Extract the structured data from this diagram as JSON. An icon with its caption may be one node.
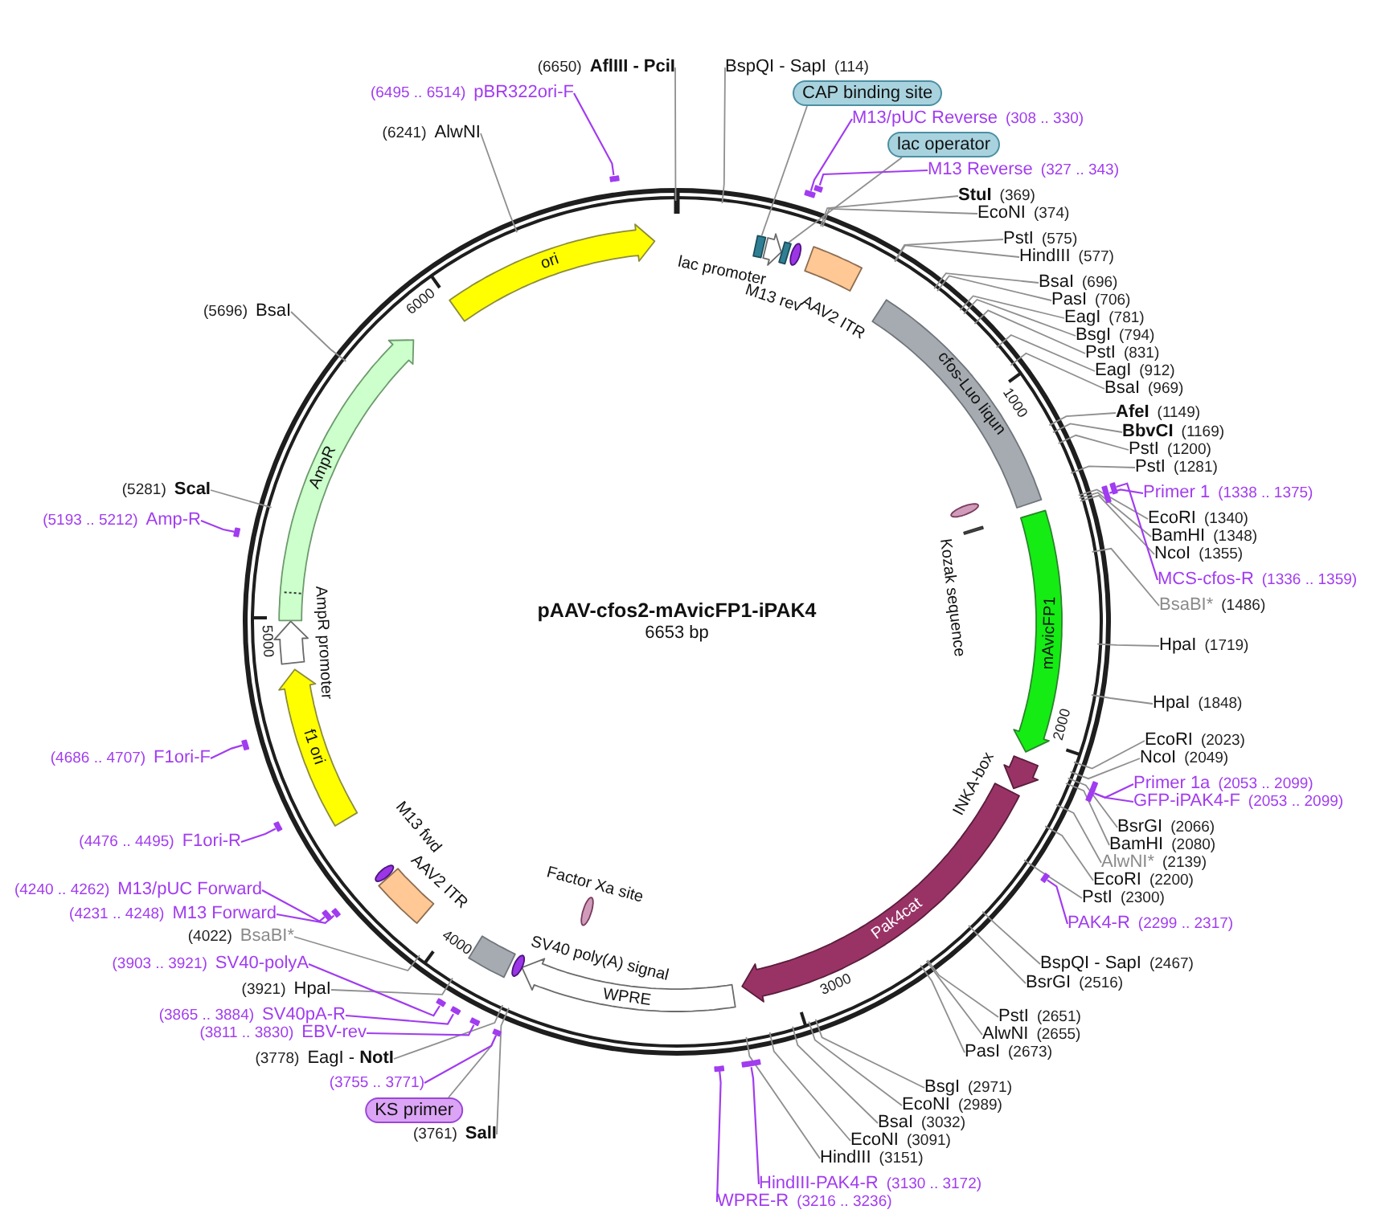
{
  "diagram": {
    "title": "pAAV-cfos2-mAvicFP1-iPAK4",
    "nodes": [
      {
        "text": [
          "BspQI - SapI",
          "(114)"
        ]
      },
      {
        "text": [
          "CAP binding site"
        ]
      },
      {
        "text": [
          "M13/pUC Reverse",
          "(308 .. 330)"
        ]
      },
      {
        "text": [
          "lac operator"
        ]
      },
      {
        "text": [
          "M13 Reverse",
          "(327 .. 343)"
        ]
      },
      {
        "text": [
          "StuI",
          "(369)"
        ]
      },
      {
        "text": [
          "EcoNI",
          "(374)"
        ]
      },
      {
        "text": [
          "PstI",
          "(575)"
        ]
      },
      {
        "text": [
          "HindIII",
          "(577)"
        ]
      },
      {
        "text": [
          "BsaI",
          "(696)"
        ]
      },
      {
        "text": [
          "PasI",
          "(706)"
        ]
      },
      {
        "text": [
          "EagI",
          "(781)"
        ]
      },
      {
        "text": [
          "BsgI",
          "(794)"
        ]
      },
      {
        "text": [
          "PstI",
          "(831)"
        ]
      },
      {
        "text": [
          "EagI",
          "(912)"
        ]
      },
      {
        "text": [
          "BsaI",
          "(969)"
        ]
      },
      {
        "text": [
          "AfeI",
          "(1149)"
        ]
      },
      {
        "text": [
          "BbvCI",
          "(1169)"
        ]
      },
      {
        "text": [
          "PstI",
          "(1200)"
        ]
      },
      {
        "text": [
          "PstI",
          "(1281)"
        ]
      },
      {
        "text": [
          "Primer 1",
          "(1338 .. 1375)"
        ]
      },
      {
        "text": [
          "EcoRI",
          "(1340)"
        ]
      },
      {
        "text": [
          "BamHI",
          "(1348)"
        ]
      },
      {
        "text": [
          "NcoI",
          "(1355)"
        ]
      },
      {
        "text": [
          "MCS-cfos-R",
          "(1336 .. 1359)"
        ]
      },
      {
        "text": [
          "BsaBI*",
          "(1486)"
        ]
      },
      {
        "text": [
          "HpaI",
          "(1719)"
        ]
      },
      {
        "text": [
          "HpaI",
          "(1848)"
        ]
      },
      {
        "text": [
          "EcoRI",
          "(2023)"
        ]
      },
      {
        "text": [
          "NcoI",
          "(2049)"
        ]
      },
      {
        "text": [
          "Primer 1a",
          "(2053 .. 2099)"
        ]
      },
      {
        "text": [
          "GFP-iPAK4-F",
          "(2053 .. 2099)"
        ]
      },
      {
        "text": [
          "BsrGI",
          "(2066)"
        ]
      },
      {
        "text": [
          "BamHI",
          "(2080)"
        ]
      },
      {
        "text": [
          "AlwNI*",
          "(2139)"
        ]
      },
      {
        "text": [
          "EcoRI",
          "(2200)"
        ]
      },
      {
        "text": [
          "PstI",
          "(2300)"
        ]
      },
      {
        "text": [
          "PAK4-R",
          "(2299 .. 2317)"
        ]
      },
      {
        "text": [
          "BspQI - SapI",
          "(2467)"
        ]
      },
      {
        "text": [
          "BsrGI",
          "(2516)"
        ]
      },
      {
        "text": [
          "PstI",
          "(2651)"
        ]
      },
      {
        "text": [
          "AlwNI",
          "(2655)"
        ]
      },
      {
        "text": [
          "PasI",
          "(2673)"
        ]
      },
      {
        "text": [
          "BsgI",
          "(2971)"
        ]
      },
      {
        "text": [
          "EcoNI",
          "(2989)"
        ]
      },
      {
        "text": [
          "BsaI",
          "(3032)"
        ]
      },
      {
        "text": [
          "EcoNI",
          "(3091)"
        ]
      },
      {
        "text": [
          "HindIII",
          "(3151)"
        ]
      },
      {
        "text": [
          "HindIII-PAK4-R",
          "(3130 .. 3172)"
        ]
      },
      {
        "text": [
          "WPRE-R",
          "(3216 .. 3236)"
        ]
      },
      {
        "text": [
          "(3761)",
          "SalI"
        ]
      },
      {
        "text": [
          "KS primer"
        ]
      },
      {
        "text": [
          "(3755 .. 3771)"
        ]
      },
      {
        "text": [
          "(3778)",
          "EagI - **NotI**"
        ]
      },
      {
        "text": [
          "(3811 .. 3830)",
          "EBV-rev"
        ]
      },
      {
        "text": [
          "(3865 .. 3884)",
          "SV40pA-R"
        ]
      },
      {
        "text": [
          "(3921)",
          "HpaI"
        ]
      },
      {
        "text": [
          "(3903 .. 3921)",
          "SV40-polyA"
        ]
      },
      {
        "text": [
          "(4022)",
          "BsaBI*"
        ]
      },
      {
        "text": [
          "(4231 .. 4248)",
          "M13 Forward"
        ]
      },
      {
        "text": [
          "(4240 .. 4262)",
          "M13/pUC Forward"
        ]
      },
      {
        "text": [
          "(4476 .. 4495)",
          "F1ori-R"
        ]
      },
      {
        "text": [
          "(4686 .. 4707)",
          "F1ori-F"
        ]
      },
      {
        "text": [
          "(5193 .. 5212)",
          "Amp-R"
        ]
      },
      {
        "text": [
          "(5281)",
          "ScaI"
        ]
      },
      {
        "text": [
          "(5696)",
          "BsaI"
        ]
      },
      {
        "text": [
          "(6241)",
          "AlwNI"
        ]
      },
      {
        "text": [
          "(6495 .. 6514)",
          "pBR322ori-F"
        ]
      },
      {
        "text": [
          "(6650)",
          "AflIII - PciI"
        ]
      },
      {
        "text": [],
        "shape": "box"
      },
      {
        "text": [
          "lac promoter"
        ]
      },
      {
        "text": [],
        "shape": "box"
      },
      {
        "text": [
          "M13 rev"
        ]
      },
      {
        "text": [
          "AAV2 ITR"
        ]
      },
      {
        "text": [
          "cfos-Luo liqun"
        ]
      },
      {
        "text": [],
        "shape": "ellipse"
      },
      {
        "text": [
          "Kozak sequence"
        ]
      },
      {
        "text": [
          "mAvicFP1"
        ]
      },
      {
        "text": [
          "INKA-box"
        ]
      },
      {
        "text": [
          "Pak4cat"
        ]
      },
      {
        "text": [
          "WPRE"
        ]
      },
      {
        "text": [],
        "shape": "ellipse"
      },
      {
        "text": [
          "Factor Xa site"
        ]
      },
      {
        "text": [
          "SV40 poly(A) signal"
        ]
      },
      {
        "text": [
          "AAV2 ITR"
        ]
      },
      {
        "text": [
          "M13 fwd"
        ]
      },
      {
        "text": [
          "f1 ori"
        ]
      },
      {
        "text": [
          "AmpR promoter"
        ]
      },
      {
        "text": [
          "AmpR"
        ]
      },
      {
        "text": [
          "ori"
        ]
      },
      {
        "text": [],
        "shape": "bar"
      },
      {
        "text": [],
        "shape": "bar"
      },
      {
        "text": [],
        "shape": "bar"
      },
      {
        "text": [],
        "shape": "bar"
      },
      {
        "text": [],
        "shape": "bar"
      },
      {
        "text": [],
        "shape": "bar"
      },
      {
        "text": [],
        "shape": "bar"
      },
      {
        "text": [],
        "shape": "bar"
      },
      {
        "text": [],
        "shape": "bar"
      },
      {
        "text": [],
        "shape": "bar"
      },
      {
        "text": [],
        "shape": "bar"
      },
      {
        "text": [],
        "shape": "bar"
      },
      {
        "text": [],
        "shape": "bar"
      },
      {
        "text": [],
        "shape": "bar"
      },
      {
        "text": [],
        "shape": "bar"
      },
      {
        "text": [],
        "shape": "bar"
      },
      {
        "text": [],
        "shape": "bar"
      },
      {
        "text": [],
        "shape": "bar"
      }
    ],
    "edges": [
      {
        "from": 0,
        "to": null,
        "arrow": "none"
      },
      {
        "from": 1,
        "to": 69,
        "arrow": "none"
      },
      {
        "from": 2,
        "to": 90,
        "arrow": "none",
        "color": "#a13cf0"
      },
      {
        "from": 3,
        "to": 71,
        "arrow": "none"
      },
      {
        "from": 4,
        "to": 91,
        "arrow": "none",
        "color": "#a13cf0"
      },
      {
        "from": 5,
        "to": null,
        "arrow": "none"
      },
      {
        "from": 6,
        "to": null,
        "arrow": "none"
      },
      {
        "from": 7,
        "to": null,
        "arrow": "none"
      },
      {
        "from": 8,
        "to": null,
        "arrow": "none"
      },
      {
        "from": 9,
        "to": null,
        "arrow": "none"
      },
      {
        "from": 10,
        "to": null,
        "arrow": "none"
      },
      {
        "from": 11,
        "to": null,
        "arrow": "none"
      },
      {
        "from": 12,
        "to": null,
        "arrow": "none"
      },
      {
        "from": 13,
        "to": null,
        "arrow": "none"
      },
      {
        "from": 14,
        "to": null,
        "arrow": "none"
      },
      {
        "from": 15,
        "to": null,
        "arrow": "none"
      },
      {
        "from": 16,
        "to": null,
        "arrow": "none"
      },
      {
        "from": 17,
        "to": null,
        "arrow": "none"
      },
      {
        "from": 18,
        "to": null,
        "arrow": "none"
      },
      {
        "from": 19,
        "to": null,
        "arrow": "none"
      },
      {
        "from": 20,
        "to": 92,
        "arrow": "none",
        "color": "#a13cf0"
      },
      {
        "from": 21,
        "to": null,
        "arrow": "none"
      },
      {
        "from": 22,
        "to": null,
        "arrow": "none"
      },
      {
        "from": 23,
        "to": null,
        "arrow": "none"
      },
      {
        "from": 24,
        "to": 93,
        "arrow": "none",
        "color": "#a13cf0"
      },
      {
        "from": 25,
        "to": null,
        "arrow": "none"
      },
      {
        "from": 26,
        "to": null,
        "arrow": "none"
      },
      {
        "from": 27,
        "to": null,
        "arrow": "none"
      },
      {
        "from": 28,
        "to": null,
        "arrow": "none"
      },
      {
        "from": 29,
        "to": null,
        "arrow": "none"
      },
      {
        "from": 30,
        "to": 94,
        "arrow": "none",
        "color": "#a13cf0"
      },
      {
        "from": 31,
        "to": 94,
        "arrow": "none",
        "color": "#a13cf0"
      },
      {
        "from": 32,
        "to": null,
        "arrow": "none"
      },
      {
        "from": 33,
        "to": null,
        "arrow": "none"
      },
      {
        "from": 34,
        "to": null,
        "arrow": "none"
      },
      {
        "from": 35,
        "to": null,
        "arrow": "none"
      },
      {
        "from": 36,
        "to": null,
        "arrow": "none"
      },
      {
        "from": 37,
        "to": 95,
        "arrow": "none",
        "color": "#a13cf0"
      },
      {
        "from": 38,
        "to": null,
        "arrow": "none"
      },
      {
        "from": 39,
        "to": null,
        "arrow": "none"
      },
      {
        "from": 40,
        "to": null,
        "arrow": "none"
      },
      {
        "from": 41,
        "to": null,
        "arrow": "none"
      },
      {
        "from": 42,
        "to": null,
        "arrow": "none"
      },
      {
        "from": 43,
        "to": null,
        "arrow": "none"
      },
      {
        "from": 44,
        "to": null,
        "arrow": "none"
      },
      {
        "from": 45,
        "to": null,
        "arrow": "none"
      },
      {
        "from": 46,
        "to": null,
        "arrow": "none"
      },
      {
        "from": 47,
        "to": null,
        "arrow": "none"
      },
      {
        "from": 48,
        "to": 96,
        "arrow": "none",
        "color": "#a13cf0"
      },
      {
        "from": 49,
        "to": 97,
        "arrow": "none",
        "color": "#a13cf0"
      },
      {
        "from": 50,
        "to": null,
        "arrow": "none"
      },
      {
        "from": 51,
        "to": 98,
        "arrow": "none"
      },
      {
        "from": 52,
        "to": 98,
        "arrow": "none",
        "color": "#a13cf0"
      },
      {
        "from": 53,
        "to": null,
        "arrow": "none"
      },
      {
        "from": 54,
        "to": 99,
        "arrow": "none",
        "color": "#a13cf0"
      },
      {
        "from": 55,
        "to": 100,
        "arrow": "none",
        "color": "#a13cf0"
      },
      {
        "from": 56,
        "to": null,
        "arrow": "none"
      },
      {
        "from": 57,
        "to": 101,
        "arrow": "none",
        "color": "#a13cf0"
      },
      {
        "from": 58,
        "to": null,
        "arrow": "none"
      },
      {
        "from": 59,
        "to": 102,
        "arrow": "none",
        "color": "#a13cf0"
      },
      {
        "from": 60,
        "to": 103,
        "arrow": "none",
        "color": "#a13cf0"
      },
      {
        "from": 61,
        "to": 104,
        "arrow": "none",
        "color": "#a13cf0"
      },
      {
        "from": 62,
        "to": 105,
        "arrow": "none",
        "color": "#a13cf0"
      },
      {
        "from": 63,
        "to": 106,
        "arrow": "none",
        "color": "#a13cf0"
      },
      {
        "from": 64,
        "to": null,
        "arrow": "none"
      },
      {
        "from": 65,
        "to": null,
        "arrow": "none"
      },
      {
        "from": 66,
        "to": null,
        "arrow": "none"
      },
      {
        "from": 67,
        "to": 107,
        "arrow": "none",
        "color": "#a13cf0"
      },
      {
        "from": 68,
        "to": null,
        "arrow": "none"
      }
    ],
    "labels": [
      "6653 bp",
      "1000",
      "2000",
      "3000",
      "4000",
      "5000",
      "6000"
    ]
  }
}
